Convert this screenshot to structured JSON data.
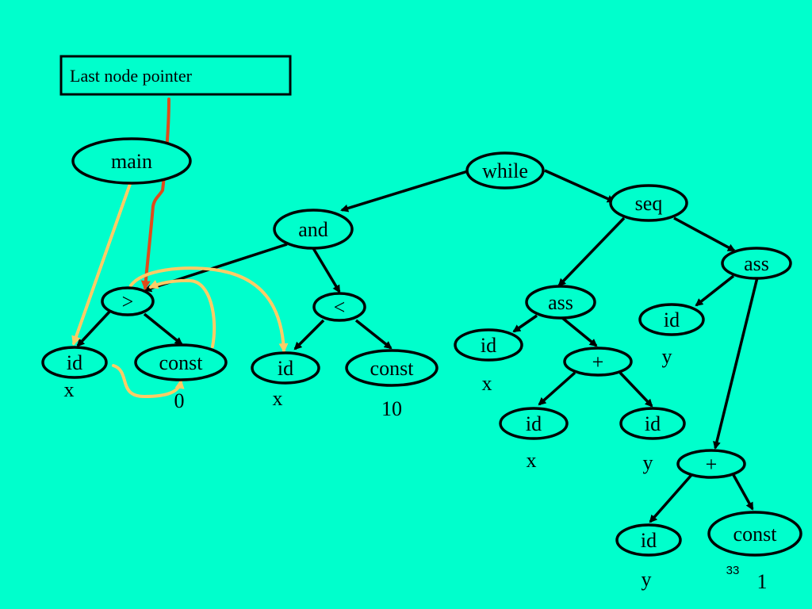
{
  "colors": {
    "background": "#00FFCC",
    "node_fill": "#00FFCC",
    "stroke": "#000000",
    "pointer_box_fill": "#00FFCC",
    "last_node_pointer": "#E04A1A",
    "link_pointer": "#FFCC66"
  },
  "pointer_box": {
    "label": "Last node pointer"
  },
  "nodes": {
    "main": "main",
    "while": "while",
    "and": "and",
    "seq": "seq",
    "gt": ">",
    "lt": "<",
    "ass_left": "ass",
    "ass_right": "ass",
    "id_x1": "id",
    "const_0": "const",
    "id_x2": "id",
    "const_10": "const",
    "id_x3": "id",
    "plus1": "+",
    "id_x4": "id",
    "id_y1": "id",
    "id_y2": "id",
    "plus2": "+",
    "id_y3": "id",
    "const_1": "const"
  },
  "values": {
    "x1": "x",
    "zero": "0",
    "x2": "x",
    "ten": "10",
    "x3": "x",
    "x4": "x",
    "y1": "y",
    "y2": "y",
    "y3": "y",
    "one": "1"
  },
  "slide_number": "33"
}
